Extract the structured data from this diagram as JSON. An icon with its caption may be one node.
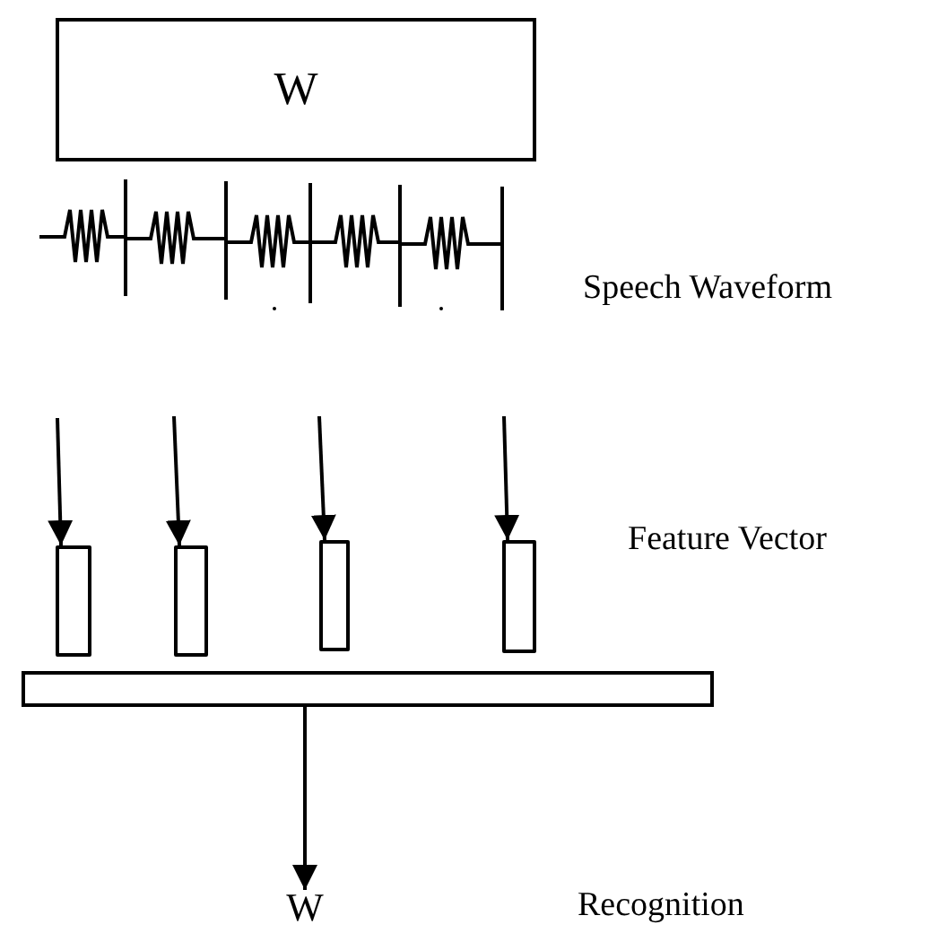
{
  "diagram": {
    "nodes": [
      {
        "text": [
          "W"
        ]
      },
      {
        "text": [],
        "shape": "box"
      },
      {
        "text": [],
        "shape": "box"
      },
      {
        "text": [],
        "shape": "box"
      },
      {
        "text": [],
        "shape": "box"
      },
      {
        "text": [],
        "shape": "bar"
      },
      {
        "text": [
          "W"
        ]
      }
    ],
    "edges": [
      {
        "from": null,
        "to": 1,
        "arrow": "to"
      },
      {
        "from": null,
        "to": 2,
        "arrow": "to"
      },
      {
        "from": null,
        "to": 3,
        "arrow": "to"
      },
      {
        "from": null,
        "to": 4,
        "arrow": "to"
      },
      {
        "from": 5,
        "to": 6,
        "arrow": "to"
      }
    ],
    "labels": [
      "Speech Waveform",
      "Feature Vector",
      "Recognition"
    ]
  }
}
